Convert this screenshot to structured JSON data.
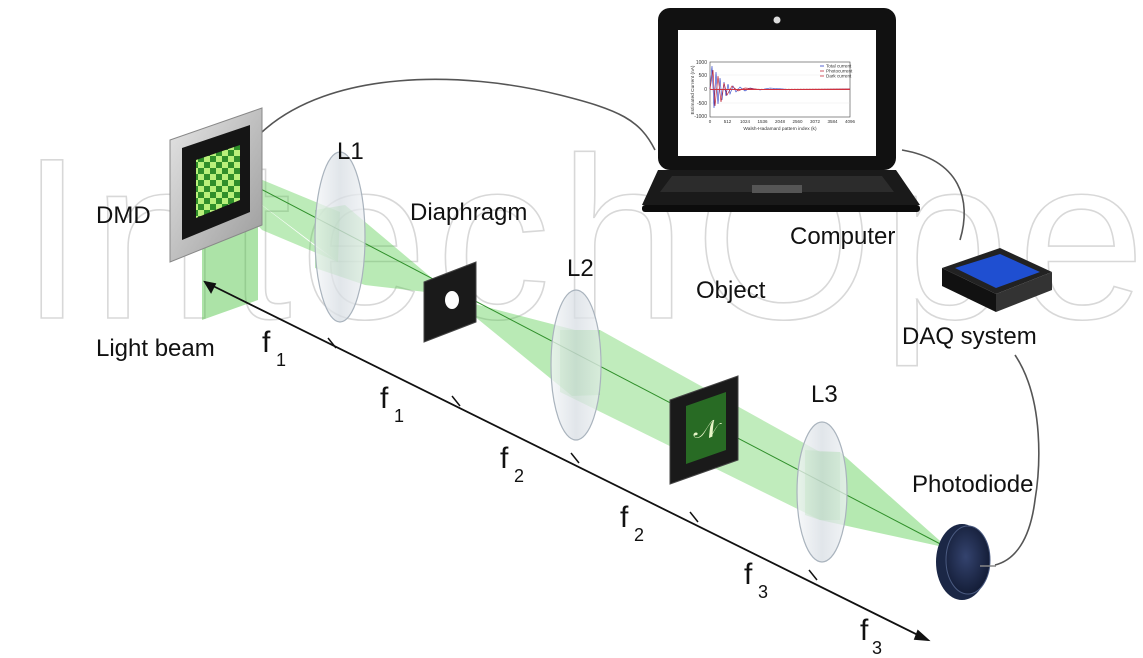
{
  "watermark": "IntechOpen",
  "labels": {
    "dmd": "DMD",
    "l1": "L1",
    "diaphragm": "Diaphragm",
    "l2": "L2",
    "object": "Object",
    "l3": "L3",
    "computer": "Computer",
    "daq": "DAQ system",
    "photodiode": "Photodiode",
    "light_beam": "Light beam"
  },
  "focal_labels": [
    {
      "letter": "f",
      "sub": "1"
    },
    {
      "letter": "f",
      "sub": "1"
    },
    {
      "letter": "f",
      "sub": "2"
    },
    {
      "letter": "f",
      "sub": "2"
    },
    {
      "letter": "f",
      "sub": "3"
    },
    {
      "letter": "f",
      "sub": "3"
    }
  ],
  "object_glyph": "𝒩",
  "screen_plot": {
    "ylabel": "Estimated Current (nA)",
    "xlabel": "Walsh-Hadamard pattern index (k)",
    "yticks": [
      "1000",
      "500",
      "0",
      "-500",
      "-1000"
    ],
    "xticks": [
      "0",
      "512",
      "1024",
      "1536",
      "2048",
      "2560",
      "3072",
      "3584",
      "4096"
    ],
    "legend": [
      "Total current",
      "Photocurrent",
      "Dark current"
    ]
  },
  "colors": {
    "beam": "#3fbf3a",
    "lens": "#dfe6ec",
    "dmd_frame": "#b8b8b8",
    "daq_screen": "#1f4fd1",
    "photodiode": "#1e2a4a"
  }
}
